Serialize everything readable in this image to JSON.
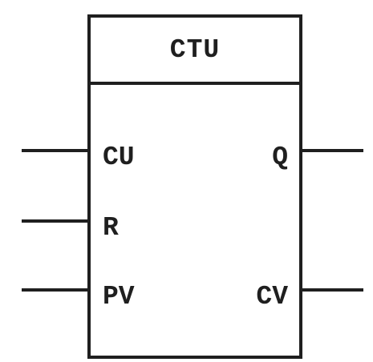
{
  "block": {
    "title": "CTU",
    "inputs": [
      {
        "label": "CU"
      },
      {
        "label": "R"
      },
      {
        "label": "PV"
      }
    ],
    "outputs": [
      {
        "label": "Q"
      },
      {
        "label": "CV"
      }
    ]
  },
  "colors": {
    "stroke": "#1f1f1f",
    "background": "#ffffff"
  }
}
